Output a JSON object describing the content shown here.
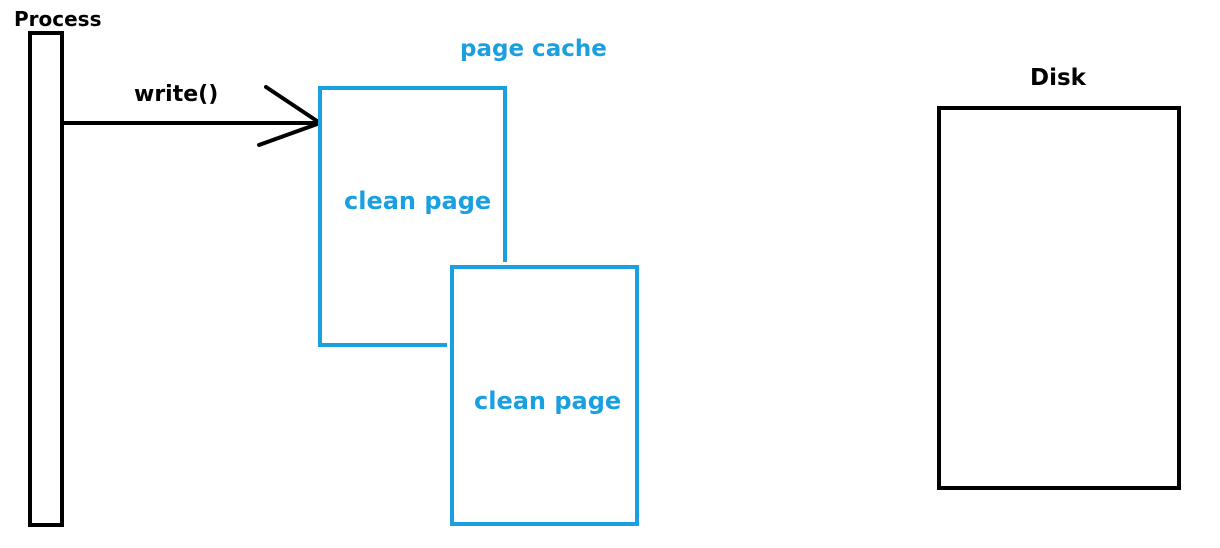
{
  "labels": {
    "process": "Process",
    "write_call": "write()",
    "page_cache": "page cache",
    "page_1": "clean page",
    "page_2": "clean page",
    "disk": "Disk"
  },
  "colors": {
    "ink": "#000000",
    "cache": "#1aa0e0",
    "background": "#ffffff"
  }
}
